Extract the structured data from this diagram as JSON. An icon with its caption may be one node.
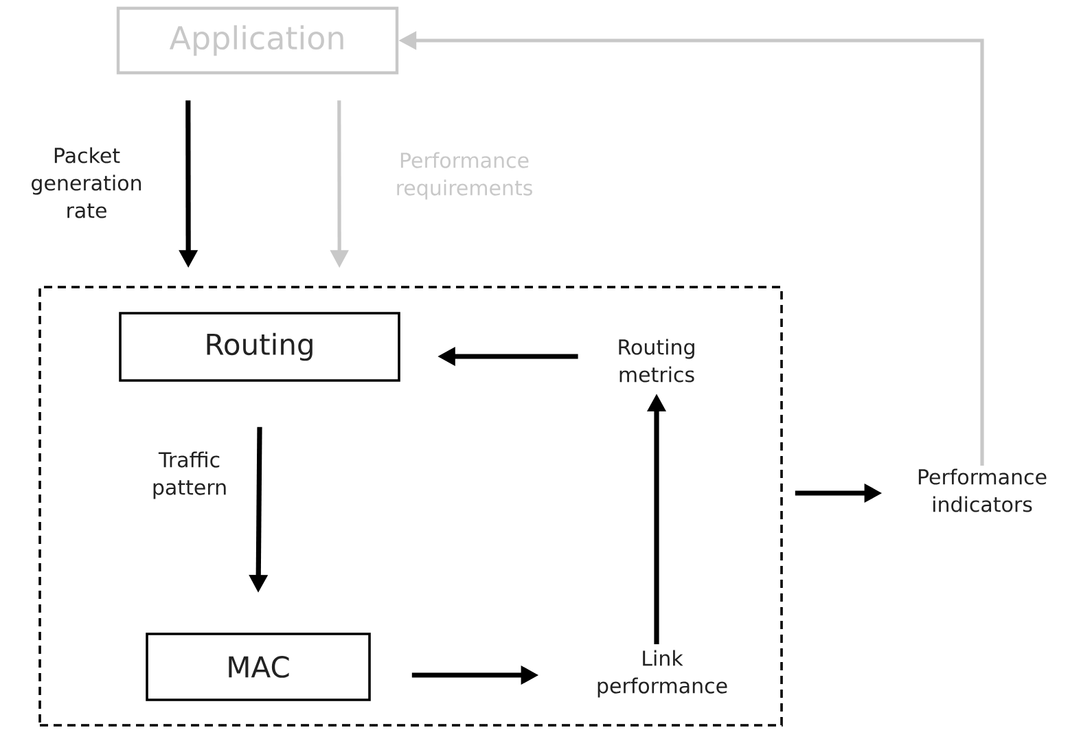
{
  "diagram": {
    "nodes": [
      {
        "text": [
          "Application"
        ]
      },
      {
        "text": [],
        "shape": "box"
      },
      {
        "text": [
          "Routing"
        ],
        "in": 1
      },
      {
        "text": [
          "MAC"
        ],
        "in": 1
      },
      {
        "text": [
          "Routing metrics"
        ],
        "in": 1
      },
      {
        "text": [
          "Link performance"
        ],
        "in": 1
      },
      {
        "text": [
          "Performance indicators"
        ]
      }
    ],
    "edges": [
      {
        "from": 0,
        "to": 1,
        "arrow": "to",
        "label": "Packet generation rate"
      },
      {
        "from": 0,
        "to": 1,
        "arrow": "to",
        "label": "Performance requirements",
        "color": "#c8c8c8"
      },
      {
        "from": 2,
        "to": 3,
        "arrow": "to",
        "label": "Traffic pattern"
      },
      {
        "from": 3,
        "to": 5,
        "arrow": "to"
      },
      {
        "from": 5,
        "to": 4,
        "arrow": "to"
      },
      {
        "from": 4,
        "to": 2,
        "arrow": "to"
      },
      {
        "from": 1,
        "to": 6,
        "arrow": "to"
      },
      {
        "from": 6,
        "to": 0,
        "arrow": "to",
        "color": "#c8c8c8"
      }
    ]
  }
}
